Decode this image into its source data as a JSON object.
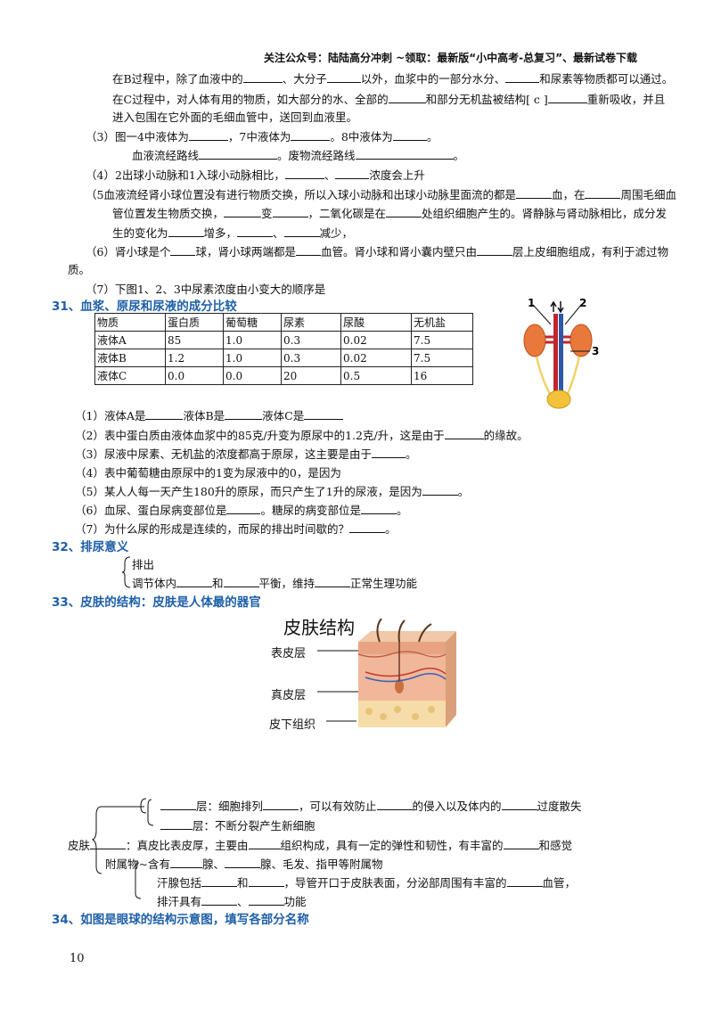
{
  "header": {
    "text": "关注公众号：陆陆高分冲刺 ~领取：最新版“小中高考-总复习”、最新试卷下载"
  },
  "top": {
    "l1a": "在B过程中，除了血液中的",
    "l1b": "、大分子",
    "l1c": "以外，血浆中的一部分水分、",
    "l1d": "和尿素等物质都可以通过。",
    "l2a": "在C过程中，对人体有用的物质，如大部分的水、全部的",
    "l2b": "和部分无机盐被结构[ c ]",
    "l2c": "重新吸收，并且",
    "l3": "进入包围在它外面的毛细血管中，送回到血液里。",
    "q3a": "（3）图一4中液体为",
    "q3b": "，7中液体为",
    "q3c": "。8中液体为",
    "q3d": "。",
    "q3e": "血液流经路线",
    "q3f": "。废物流经路线",
    "q3g": "。",
    "q4a": "（4）2出球小动脉和1入球小动脉相比，",
    "q4b": "、",
    "q4c": "浓度会上升",
    "q5a": "（5血液流经肾小球位置没有进行物质交换，所以入球小动脉和出球小动脉里面流的都是",
    "q5b": "血，在",
    "q5c": "周围毛细血",
    "q5d": "管位置发生物质交换，",
    "q5e": "变",
    "q5f": "，二氧化碳是在",
    "q5g": "处组织细胞产生的。肾静脉与肾动脉相比，成分发",
    "q5h": "生的变化为",
    "q5i": "增多，",
    "q5j": "、",
    "q5k": "减少，",
    "q6a": "（6）肾小球是个",
    "q6b": "球，肾小球两端都是",
    "q6c": "血管。肾小球和肾小囊内壁只由",
    "q6d": "层上皮细胞组成，有利于滤过物",
    "q6e": "质。",
    "q7": "（7）下图1、2、3中尿素浓度由小变大的顺序是"
  },
  "sec31": {
    "title": "31、血浆、原尿和尿液的成分比较",
    "table": {
      "headers": [
        "物质",
        "蛋白质",
        "葡萄糖",
        "尿素",
        "尿酸",
        "无机盐"
      ],
      "rows": [
        [
          "液体A",
          "85",
          "1.0",
          "0.3",
          "0.02",
          "7.5"
        ],
        [
          "液体B",
          "1.2",
          "1.0",
          "0.3",
          "0.02",
          "7.5"
        ],
        [
          "液体C",
          "0.0",
          "0.0",
          "20",
          "0.5",
          "16"
        ]
      ]
    },
    "kidney_labels": {
      "n1": "1",
      "n2": "2",
      "n3": "3"
    },
    "q1a": "（1）液体A是",
    "q1b": "液体B是",
    "q1c": "液体C是",
    "q2a": "（2）表中蛋白质由液体血浆中的85克/升变为原尿中的1.2克/升，这是由于",
    "q2b": "的缘故。",
    "q3a": "（3）尿液中尿素、无机盐的浓度都高于原尿，这主要是由于",
    "q3b": "。",
    "q4": "（4）表中葡萄糖由原尿中的1变为尿液中的0，是因为",
    "q5a": "（5）某人人每一天产生180升的原尿，而只产生了1升的尿液，是因为",
    "q5b": "。",
    "q6a": "（6）血尿、蛋白尿病变部位是",
    "q6b": "。糖尿的病变部位是",
    "q6c": "。",
    "q7a": "（7）为什么尿的形成是连续的，而尿的排出时间歇的？",
    "q7b": "。"
  },
  "sec32": {
    "title": "32、排尿意义",
    "l1": "排出",
    "l2a": "调节体内",
    "l2b": "和",
    "l2c": "平衡，维持",
    "l2d": "正常生理功能"
  },
  "sec33": {
    "title": "33、皮肤的结构：皮肤是人体最的器官",
    "fig_title": "皮肤结构",
    "fig_l1": "表皮层",
    "fig_l2": "真皮层",
    "fig_l3": "皮下组织",
    "skin": "皮肤",
    "a1": "层：细胞排列",
    "a2": "，可以有效防止",
    "a3": "的侵入以及体内的",
    "a4": "过度散失",
    "b1": "层：不断分裂产生新细胞",
    "c1": "：真皮比表皮厚，主要由",
    "c2": "组织构成，具有一定的弹性和韧性，有丰富的",
    "c3": "和感觉",
    "d1": "附属物",
    "d2": "含有",
    "d3": "腺、",
    "d4": "腺、毛发、指甲等附属物",
    "e1": "汗腺包括",
    "e2": "和",
    "e3": "，导管开口于皮肤表面，分泌部周围有丰富的",
    "e4": "血管，",
    "f1": "排汗具有",
    "f2": "、",
    "f3": "功能"
  },
  "sec34": {
    "title": "34、如图是眼球的结构示意图，填写各部分名称"
  },
  "page_number": "10"
}
